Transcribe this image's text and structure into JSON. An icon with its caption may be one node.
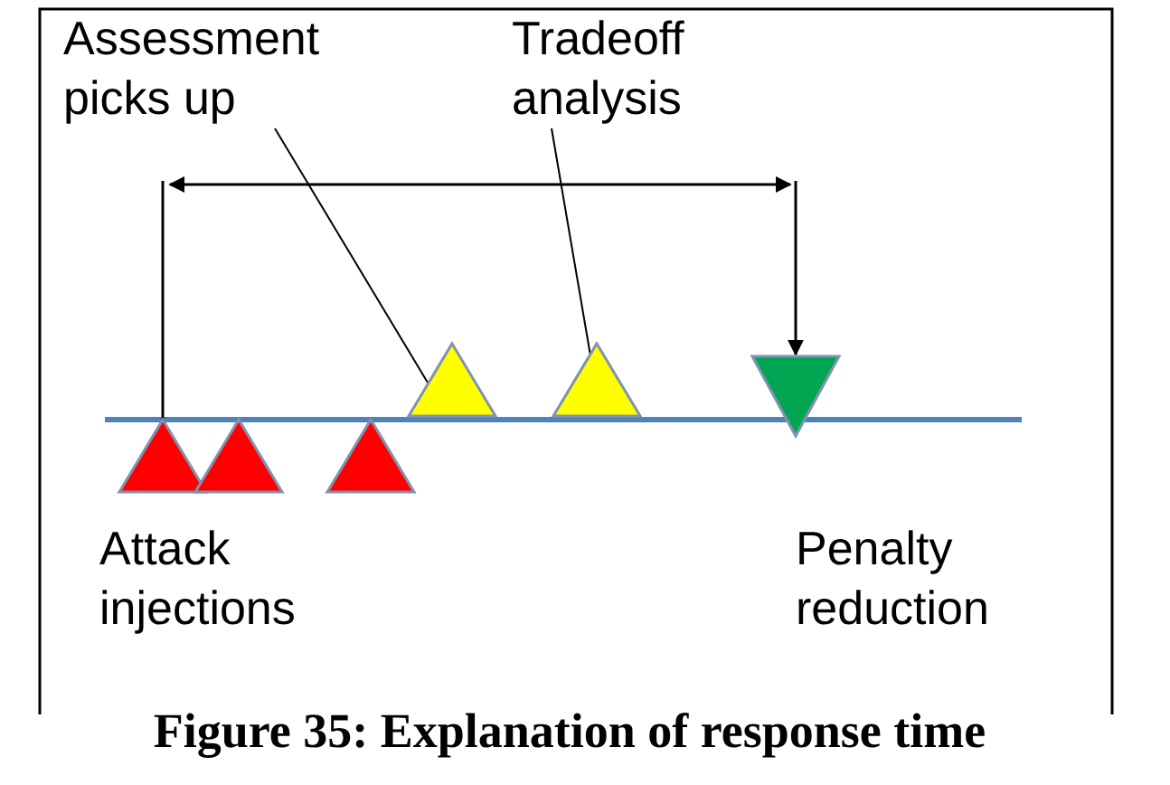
{
  "diagram": {
    "caption": "Figure 35: Explanation of response time",
    "nodes": [
      {
        "text": [
          "Assessment picks up"
        ]
      },
      {
        "text": [
          "Tradeoff analysis"
        ]
      },
      {
        "text": [],
        "shape": "triangle"
      },
      {
        "text": [],
        "shape": "triangle"
      },
      {
        "text": [],
        "shape": "triangle"
      },
      {
        "text": [],
        "shape": "triangle"
      },
      {
        "text": [],
        "shape": "triangle"
      },
      {
        "text": [],
        "shape": "triangle"
      }
    ],
    "edges": [
      {
        "from": 0,
        "to": 5,
        "arrow": "none"
      },
      {
        "from": 1,
        "to": 6,
        "arrow": "none"
      },
      {
        "from": null,
        "to": 7,
        "arrow": "to"
      },
      {
        "from": null,
        "to": 2,
        "arrow": "none"
      }
    ],
    "labels": [
      "Attack injections",
      "Penalty reduction"
    ]
  }
}
